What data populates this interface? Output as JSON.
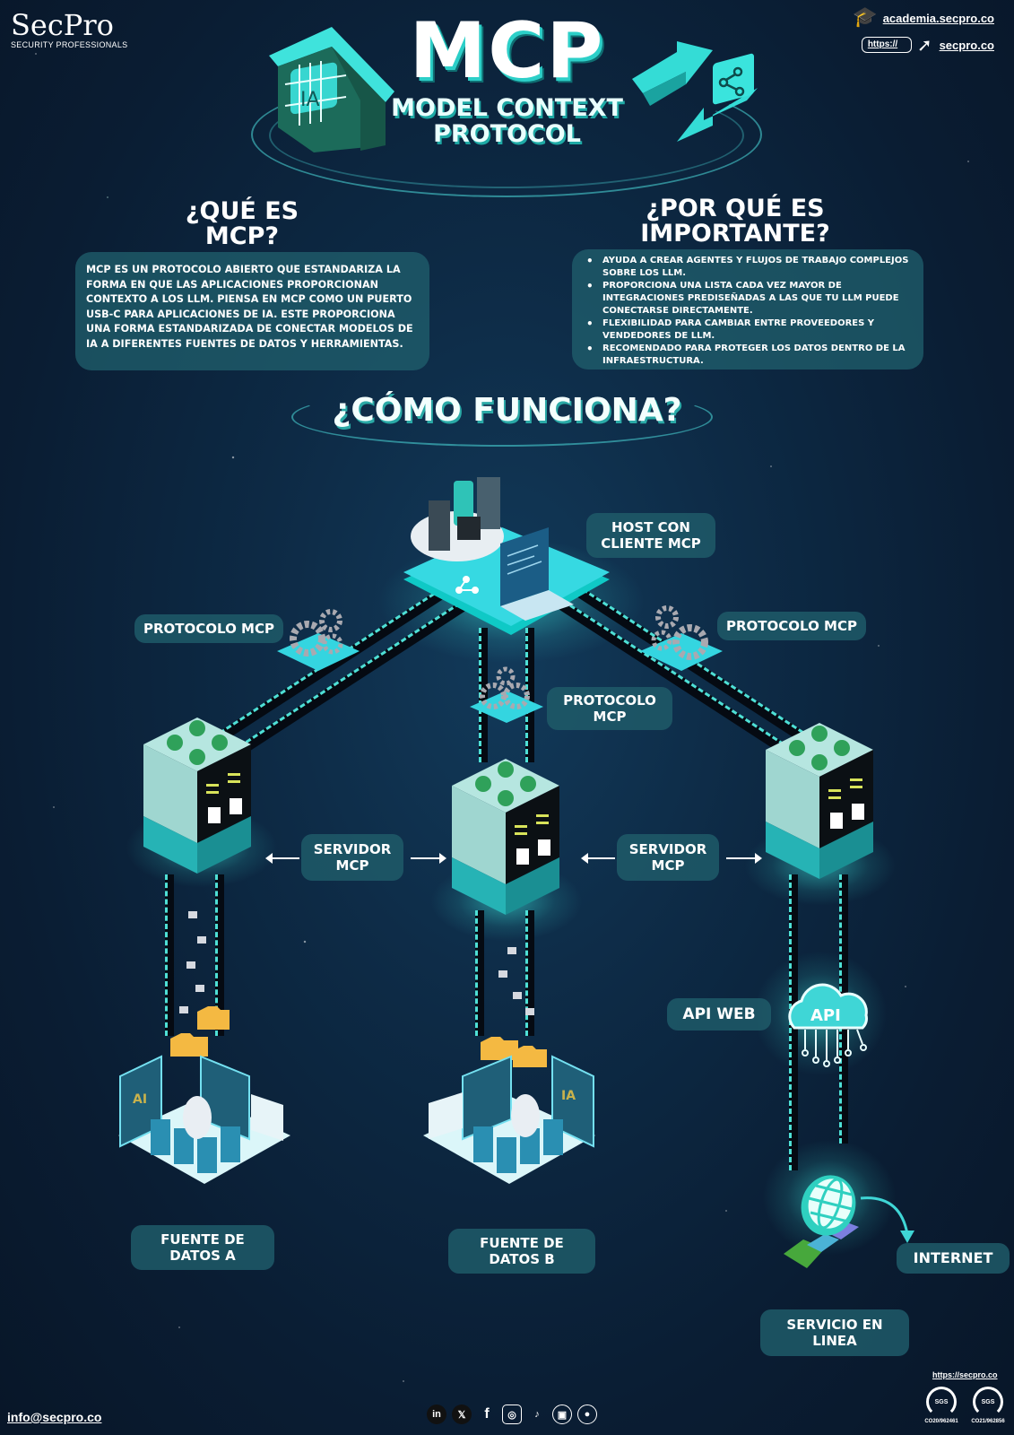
{
  "brand": {
    "logo_main": "SecPro",
    "logo_tagline": "SECURITY PROFESSIONALS",
    "academy_link": "academia.secpro.co",
    "url_prefix": "https://",
    "site_link": "secpro.co"
  },
  "hero": {
    "title": "MCP",
    "subtitle_line1": "MODEL CONTEXT",
    "subtitle_line2": "PROTOCOL",
    "chip_label": "IA"
  },
  "what": {
    "heading_line1": "¿QUÉ ES",
    "heading_line2": "MCP?",
    "body": "MCP ES UN PROTOCOLO ABIERTO QUE ESTANDARIZA LA FORMA EN QUE LAS APLICACIONES PROPORCIONAN CONTEXTO A LOS LLM. PIENSA EN MCP COMO UN PUERTO USB-C PARA APLICACIONES DE IA. ESTE PROPORCIONA UNA FORMA ESTANDARIZADA DE CONECTAR MODELOS DE IA A DIFERENTES FUENTES DE DATOS Y HERRAMIENTAS."
  },
  "why": {
    "heading_line1": "¿POR QUÉ ES",
    "heading_line2": "IMPORTANTE?",
    "bullets": [
      "AYUDA A CREAR AGENTES Y FLUJOS DE TRABAJO COMPLEJOS SOBRE LOS LLM.",
      "PROPORCIONA UNA LISTA CADA VEZ MAYOR DE INTEGRACIONES PREDISEÑADAS A LAS QUE TU LLM PUEDE CONECTARSE DIRECTAMENTE.",
      "FLEXIBILIDAD PARA CAMBIAR ENTRE PROVEEDORES Y VENDEDORES DE LLM.",
      "RECOMENDADO PARA PROTEGER LOS DATOS DENTRO DE LA INFRAESTRUCTURA."
    ]
  },
  "how": {
    "heading": "¿CÓMO FUNCIONA?",
    "host_label_line1": "HOST CON",
    "host_label_line2": "CLIENTE MCP",
    "protocol_left": "PROTOCOLO MCP",
    "protocol_right": "PROTOCOLO MCP",
    "protocol_center_line1": "PROTOCOLO",
    "protocol_center_line2": "MCP",
    "server_label_left_line1": "SERVIDOR",
    "server_label_left_line2": "MCP",
    "server_label_right_line1": "SERVIDOR",
    "server_label_right_line2": "MCP",
    "api_label": "API WEB",
    "api_cloud_text": "API",
    "source_a_line1": "FUENTE DE",
    "source_a_line2": "DATOS A",
    "source_b_line1": "FUENTE DE",
    "source_b_line2": "DATOS B",
    "source_a_screen": "AI",
    "source_b_screen": "IA",
    "internet_label": "INTERNET",
    "online_line1": "SERVICIO EN",
    "online_line2": "LINEA"
  },
  "footer": {
    "email": "info@secpro.co",
    "socials": [
      {
        "name": "linkedin",
        "glyph": "in"
      },
      {
        "name": "x",
        "glyph": "𝕏"
      },
      {
        "name": "facebook",
        "glyph": "f"
      },
      {
        "name": "instagram",
        "glyph": "◎"
      },
      {
        "name": "tiktok",
        "glyph": "♪"
      },
      {
        "name": "twitch",
        "glyph": "▣"
      },
      {
        "name": "github",
        "glyph": "●"
      }
    ],
    "cert_url": "https://secpro.co",
    "certs": [
      {
        "label": "SGS",
        "code": "CO20/962461"
      },
      {
        "label": "SGS",
        "code": "CO21/962856"
      }
    ]
  },
  "colors": {
    "background": "#0d2a45",
    "accent_cyan": "#2ccfc8",
    "label_box": "#1e5a68",
    "rail_dash": "#4ee0d6"
  }
}
